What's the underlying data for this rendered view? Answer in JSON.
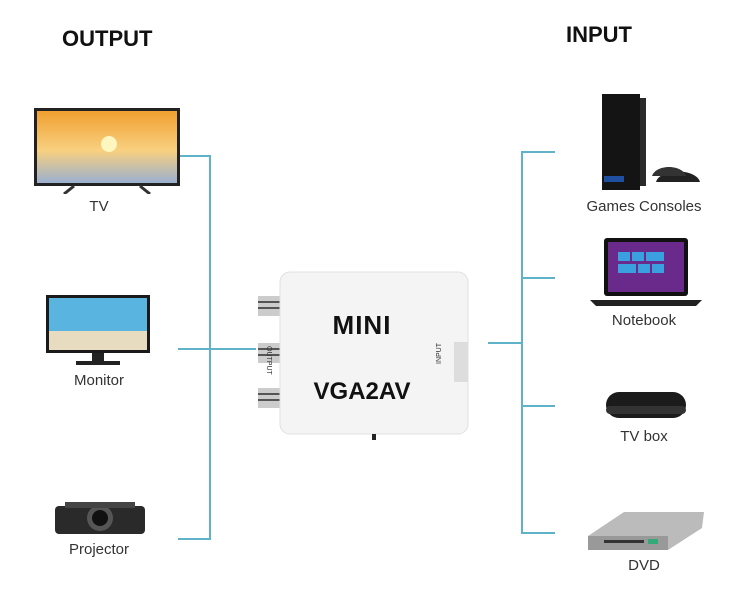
{
  "headings": {
    "output": "OUTPUT",
    "input": "INPUT"
  },
  "outputs": [
    {
      "label": "TV",
      "icon": "tv-icon"
    },
    {
      "label": "Monitor",
      "icon": "monitor-icon"
    },
    {
      "label": "Projector",
      "icon": "projector-icon"
    }
  ],
  "inputs": [
    {
      "label": "Games Consoles",
      "icon": "game-console-icon"
    },
    {
      "label": "Notebook",
      "icon": "laptop-icon"
    },
    {
      "label": "TV box",
      "icon": "tv-box-icon"
    },
    {
      "label": "DVD",
      "icon": "dvd-player-icon"
    }
  ],
  "converter": {
    "brand": "MINI",
    "model": "VGA2AV",
    "output_port": "OUTPUT",
    "input_port": "INPUT"
  },
  "colors": {
    "line": "#5fb3c8"
  }
}
